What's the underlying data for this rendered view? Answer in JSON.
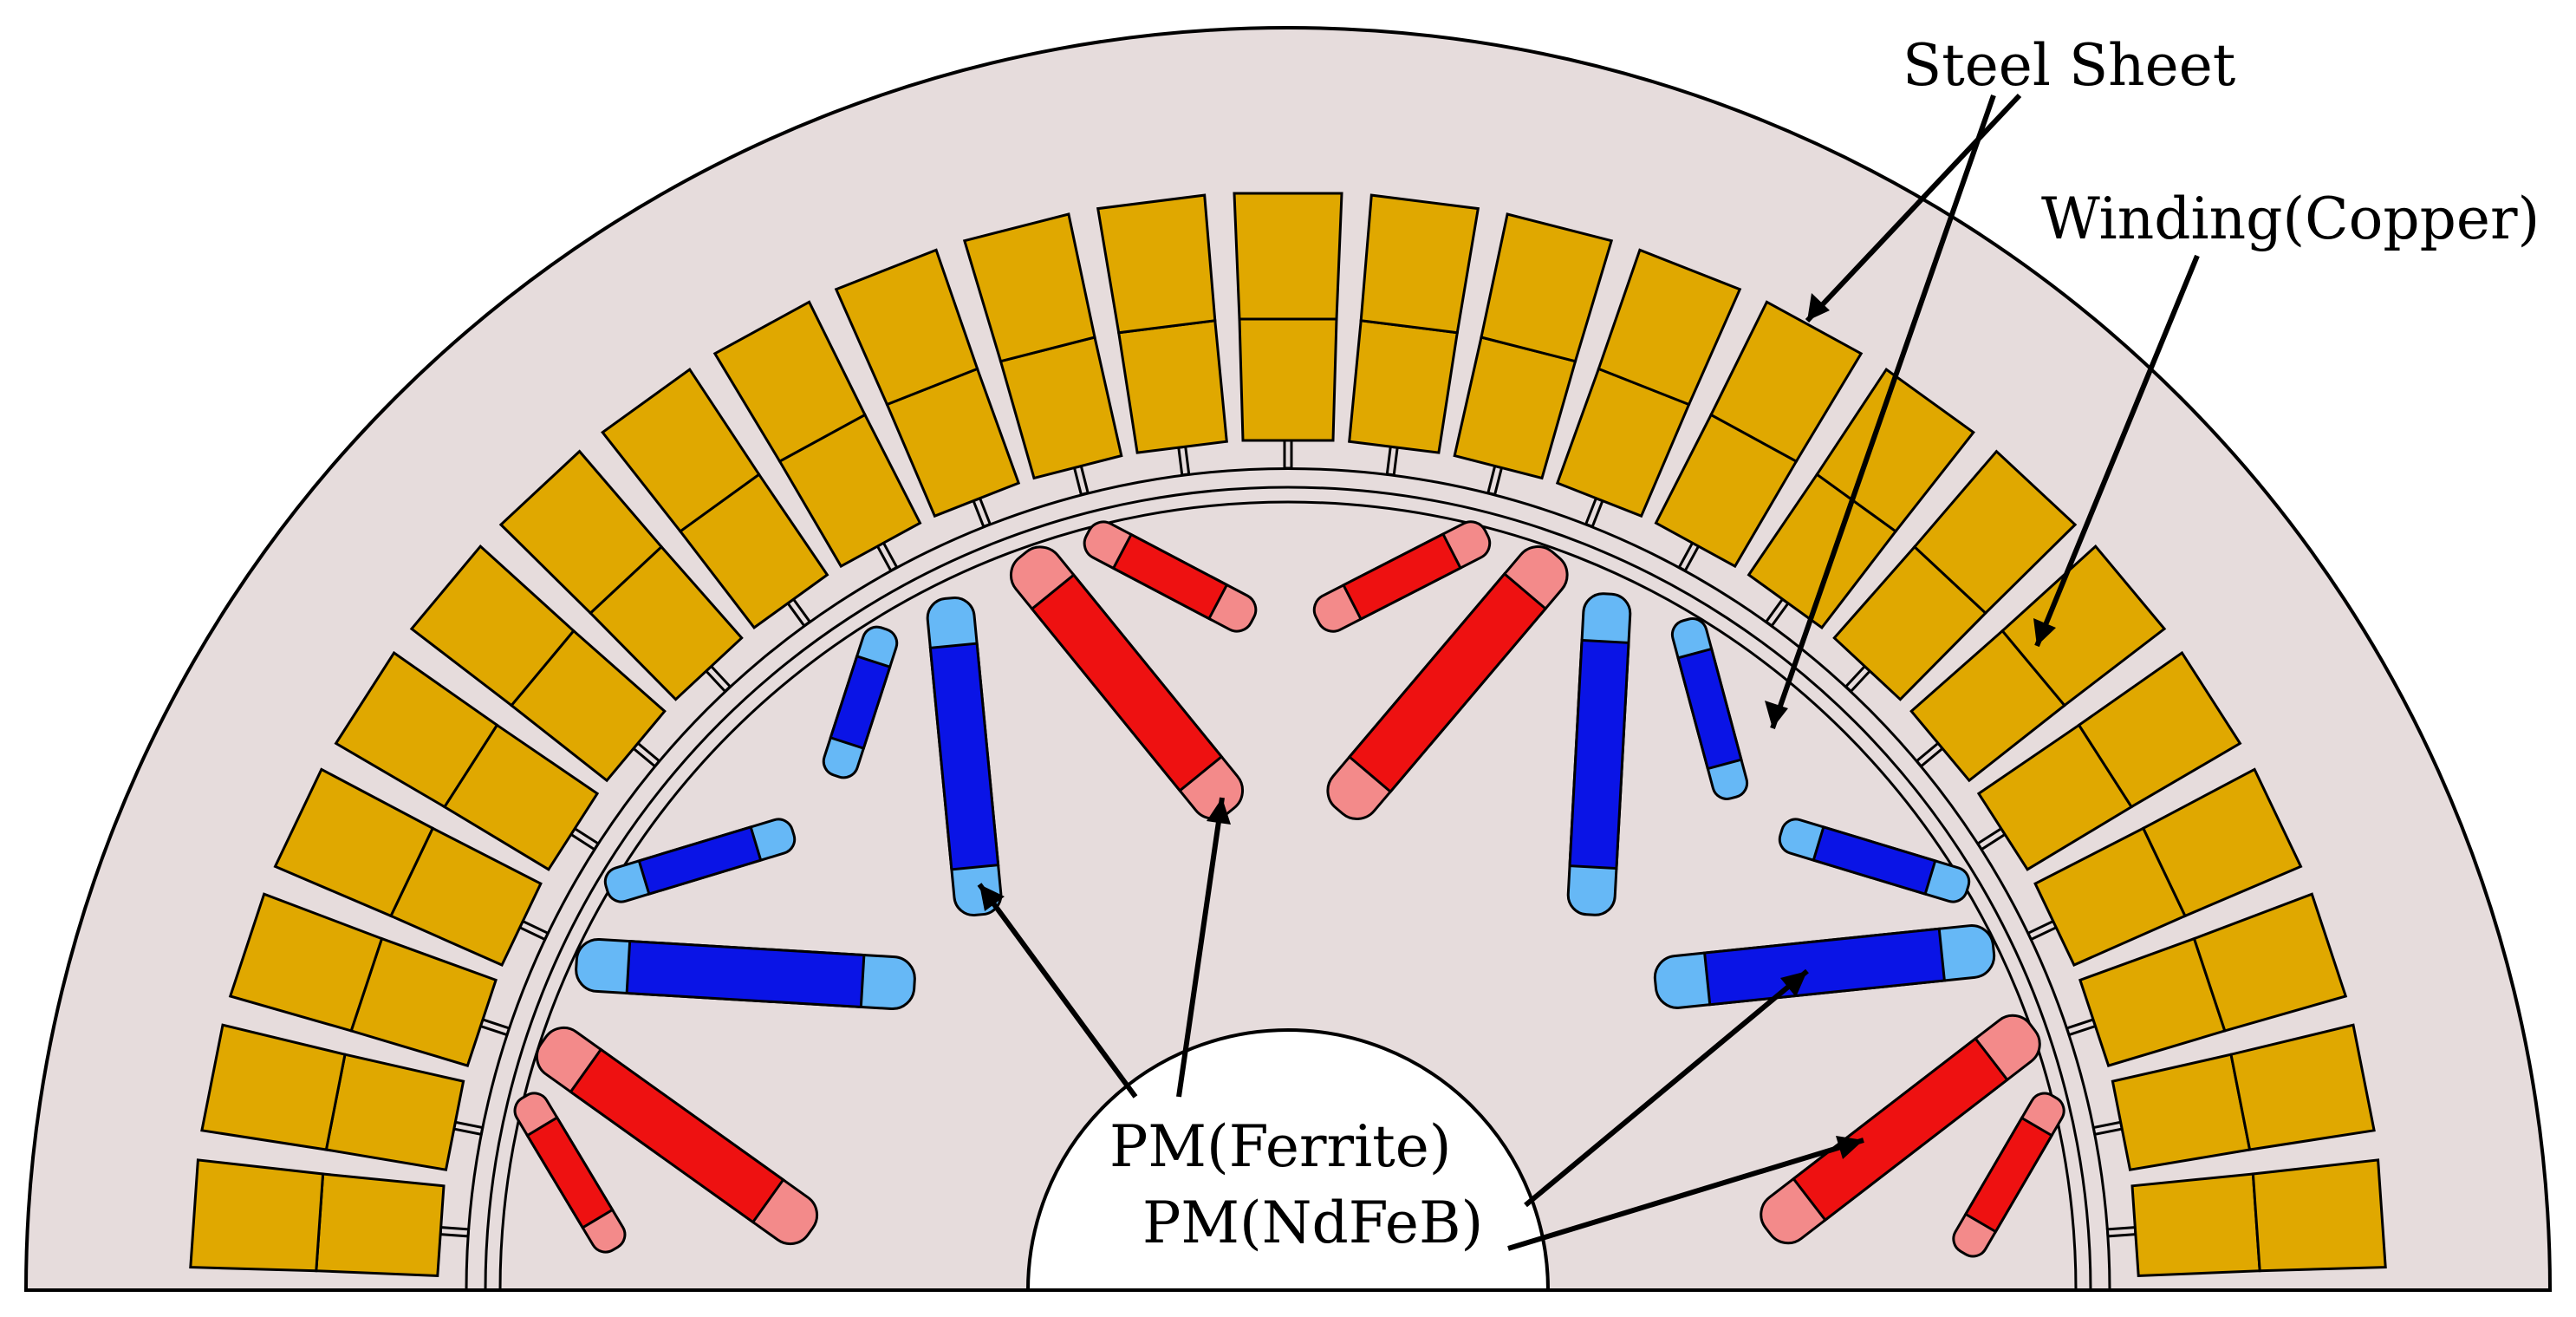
{
  "labels": {
    "steel": "Steel Sheet",
    "winding": "Winding(Copper)",
    "ferrite": "PM(Ferrite)",
    "ndfeb": "PM(NdFeB)"
  },
  "colors": {
    "steel": "#e6dcdc",
    "copper": "#e0a800",
    "ferrite_dark": "#0a14e6",
    "ferrite_light": "#66b8f6",
    "ndfeb_dark": "#ee1111",
    "ndfeb_light": "#f38a8a",
    "outline": "#000000",
    "background": "#ffffff"
  },
  "structure": {
    "stator_slots": 25,
    "rotor_magnet_groups": 8
  }
}
